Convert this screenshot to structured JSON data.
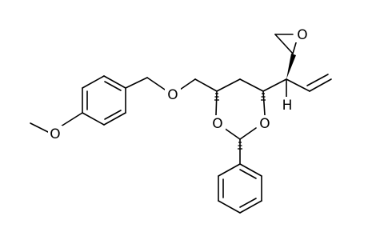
{
  "molecule": {
    "atom_labels": {
      "methoxy_oxygen": "O",
      "ether_oxygen": "O",
      "ring_oxygen_left": "O",
      "ring_oxygen_right": "O",
      "epoxide_oxygen": "O",
      "stereo_hydrogen": "H"
    }
  }
}
